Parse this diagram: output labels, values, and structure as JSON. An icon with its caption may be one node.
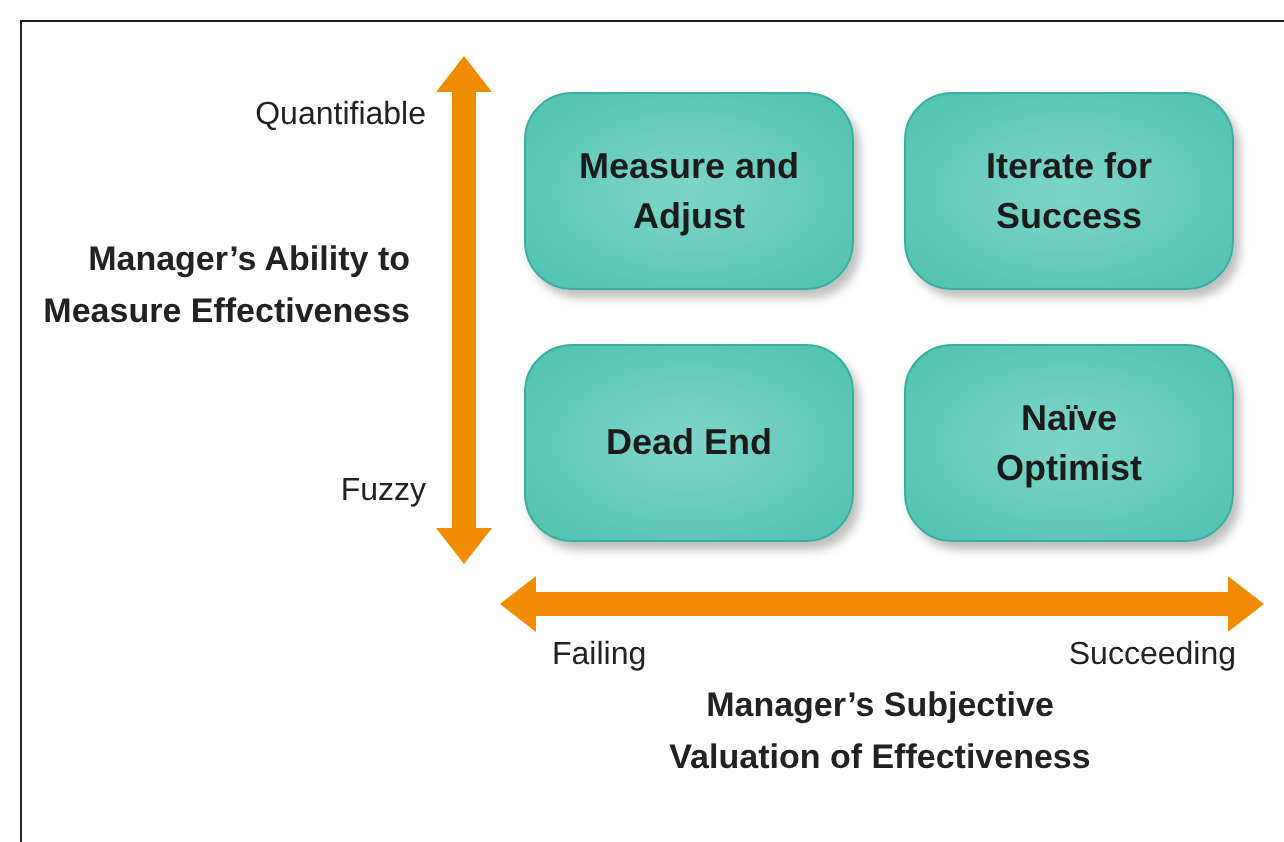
{
  "diagram": {
    "nodes": [
      {
        "text": [
          "Measure and Adjust"
        ]
      },
      {
        "text": [
          "Iterate for Success"
        ]
      },
      {
        "text": [
          "Dead End"
        ]
      },
      {
        "text": [
          "Naïve Optimist"
        ]
      }
    ],
    "edges": [],
    "labels": [
      "Quantifiable",
      "Manager’s Ability to Measure Effectiveness",
      "Fuzzy",
      "Failing",
      "Succeeding",
      "Manager’s Subjective Valuation of Effectiveness"
    ]
  }
}
